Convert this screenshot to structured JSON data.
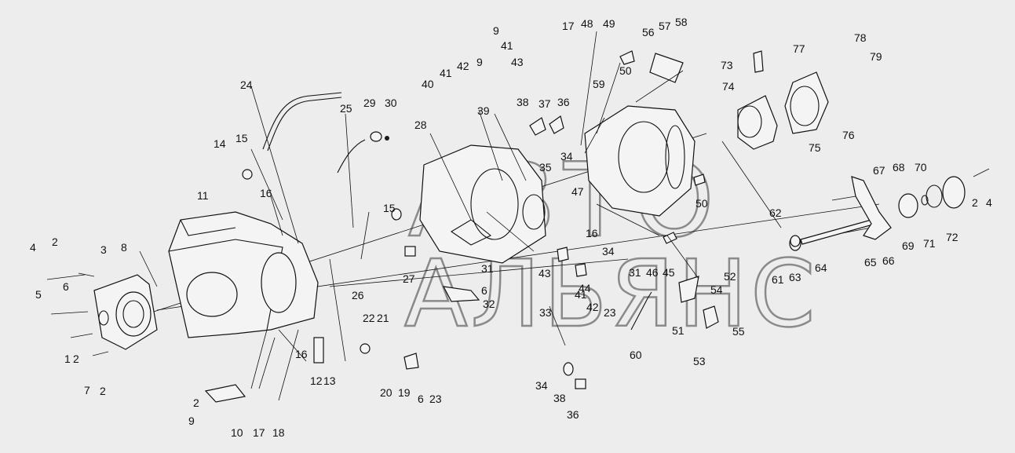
{
  "diagram": {
    "watermark_lines": [
      "ABTO",
      "АЛЬЯНС"
    ],
    "callouts": [
      "1",
      "2",
      "2",
      "2",
      "2",
      "2",
      "3",
      "4",
      "4",
      "5",
      "6",
      "6",
      "6",
      "7",
      "8",
      "9",
      "9",
      "9",
      "10",
      "11",
      "12",
      "13",
      "14",
      "15",
      "15",
      "16",
      "16",
      "16",
      "17",
      "17",
      "18",
      "19",
      "20",
      "21",
      "22",
      "23",
      "23",
      "24",
      "25",
      "26",
      "27",
      "28",
      "29",
      "30",
      "31",
      "31",
      "32",
      "33",
      "34",
      "34",
      "34",
      "35",
      "36",
      "36",
      "37",
      "38",
      "38",
      "39",
      "40",
      "41",
      "41",
      "41",
      "42",
      "42",
      "43",
      "43",
      "44",
      "45",
      "46",
      "47",
      "48",
      "49",
      "50",
      "50",
      "51",
      "52",
      "53",
      "54",
      "55",
      "56",
      "57",
      "58",
      "59",
      "60",
      "61",
      "62",
      "63",
      "64",
      "65",
      "66",
      "67",
      "68",
      "69",
      "70",
      "71",
      "72",
      "73",
      "74",
      "75",
      "76",
      "77",
      "78",
      "79"
    ]
  }
}
